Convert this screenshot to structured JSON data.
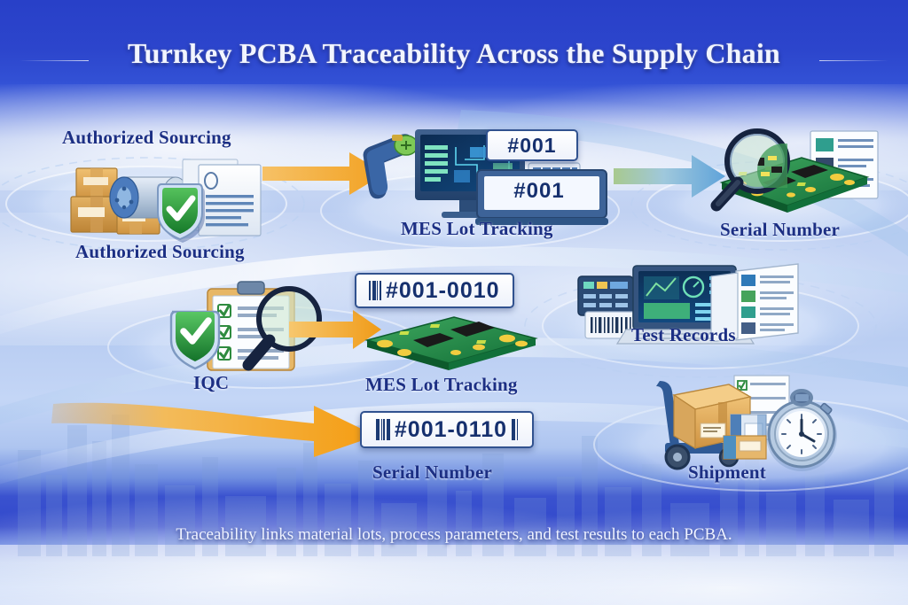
{
  "header": {
    "title": "Turnkey PCBA Traceability Across the Supply Chain"
  },
  "footer": {
    "caption": "Traceability links material lots, process parameters, and test results to each PCBA."
  },
  "rows": {
    "top": {
      "stage1_label_top": "Authorized Sourcing",
      "stage1_label_bottom": "Authorized Sourcing",
      "stage2_label": "MES Lot Tracking",
      "stage3_label": "Serial Number",
      "tag_monitor": "#001",
      "tag_tablet": "#001"
    },
    "middle": {
      "stage1_label": "IQC",
      "stage2_label": "MES Lot Tracking",
      "stage3_label": "Test Records",
      "tag_board": "#001-0010"
    },
    "bottom": {
      "stage1_label": "Serial Number",
      "stage2_label": "Shipment",
      "tag_serial": "#001-0110"
    }
  },
  "icons": {
    "boxes": "cardboard-boxes-icon",
    "reel": "component-reel-icon",
    "shield_check": "shield-check-icon",
    "document": "document-icon",
    "scanner": "barcode-scanner-icon",
    "monitor": "desktop-monitor-icon",
    "tablet": "tablet-device-icon",
    "keypad": "keypad-icon",
    "magnifier": "magnifying-glass-icon",
    "pcb": "pcb-board-icon",
    "clipboard": "clipboard-checklist-icon",
    "laptop": "laptop-icon",
    "test_meter": "test-meter-icon",
    "report_pages": "report-pages-icon",
    "hand_truck": "hand-truck-icon",
    "shipping_box": "shipping-box-icon",
    "stopwatch": "stopwatch-icon",
    "arrow_right": "arrow-right-icon"
  },
  "colors": {
    "sky_deep": "#2840c8",
    "sky_light": "#c4d6f6",
    "title_text": "#f2f5ff",
    "label_text": "#1c2f84",
    "arrow_orange": "#f5a623",
    "arrow_blue": "#6ea8dc",
    "arrow_green": "#9bbf63",
    "shield_green": "#2f9e3f",
    "pcb_green": "#1f7a3d",
    "tag_border": "#31528f"
  }
}
